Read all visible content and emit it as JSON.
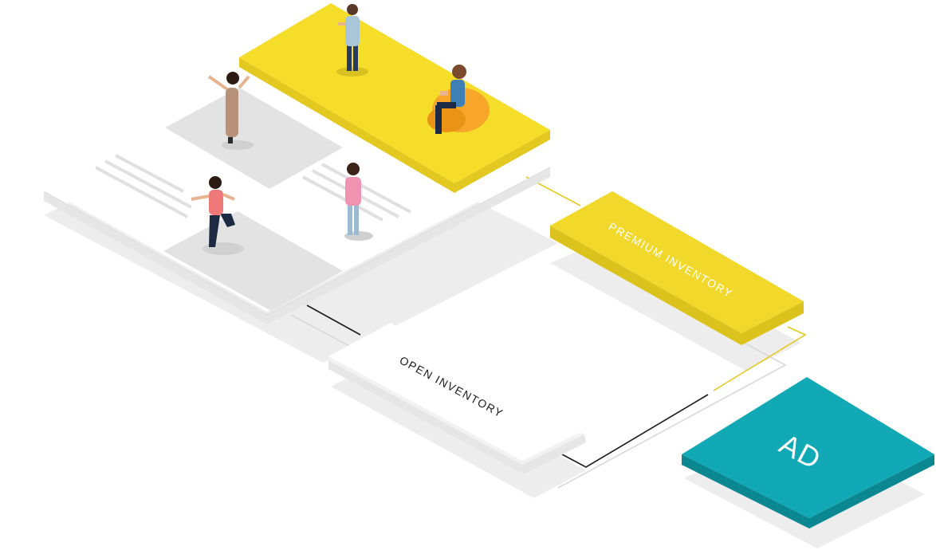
{
  "labels": {
    "premium": "PREMIUM INVENTORY",
    "open": "OPEN INVENTORY",
    "ad": "AD"
  },
  "colors": {
    "yellow": "#f5dd2a",
    "yellow_dark": "#e3c91f",
    "teal": "#10a9b5",
    "teal_dark": "#0b8791",
    "panel_white": "#ffffff",
    "panel_edge": "#e8e8e8",
    "placeholder": "#e3e3e3",
    "shadow": "#ededed",
    "connector_dark": "#1b1b1b",
    "connector_light": "#d9d9d9"
  },
  "figures": [
    {
      "name": "woman-with-phone",
      "pose": "standing"
    },
    {
      "name": "man-on-beanbag",
      "pose": "sitting"
    },
    {
      "name": "woman-taking-selfie",
      "pose": "standing"
    },
    {
      "name": "woman-on-phone",
      "pose": "standing"
    },
    {
      "name": "woman-jogging",
      "pose": "running"
    }
  ]
}
